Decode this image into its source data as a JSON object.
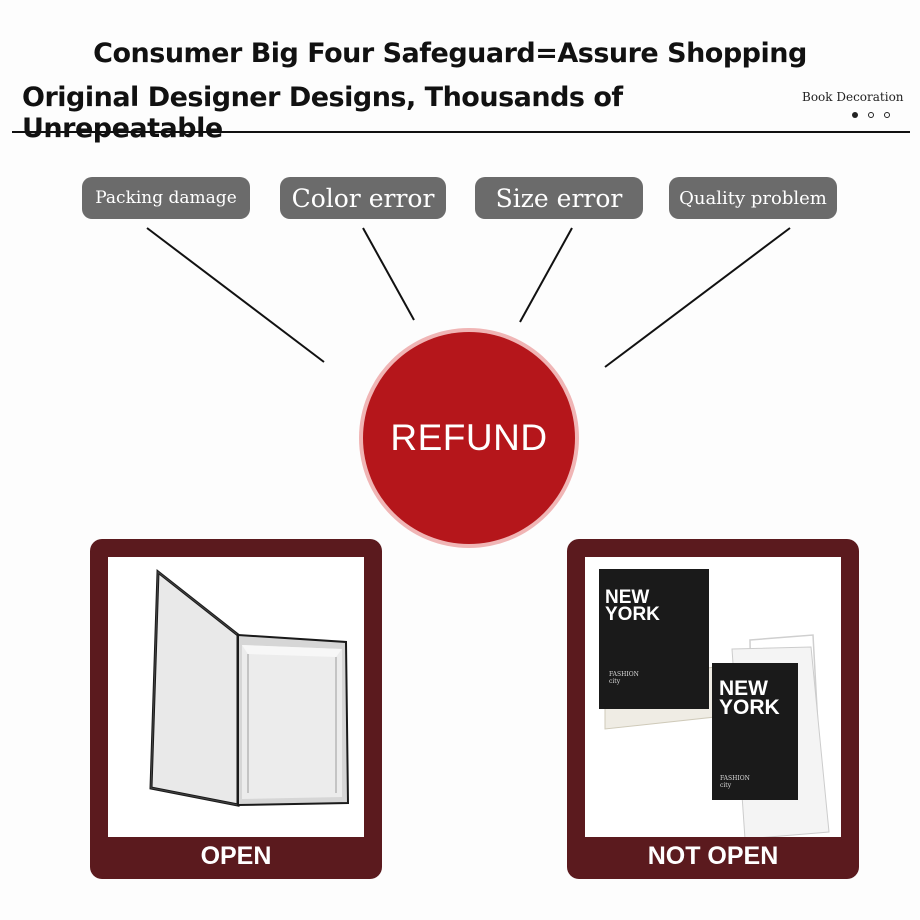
{
  "header": {
    "line1": "Consumer Big Four Safeguard=Assure Shopping",
    "line2": "Original Designer Designs, Thousands of Unrepeatable",
    "side_label": "Book Decoration"
  },
  "reasons": [
    "Packing damage",
    "Color error",
    "Size error",
    "Quality problem"
  ],
  "refund_label": "REFUND",
  "panels": {
    "open_label": "OPEN",
    "not_open_label": "NOT OPEN"
  },
  "books": {
    "title": "NEW\nYORK",
    "subtitle": "FASHION\ncity"
  },
  "colors": {
    "tag": "#6b6b6b",
    "refund": "#b5161b",
    "panel": "#5b1a1e"
  }
}
